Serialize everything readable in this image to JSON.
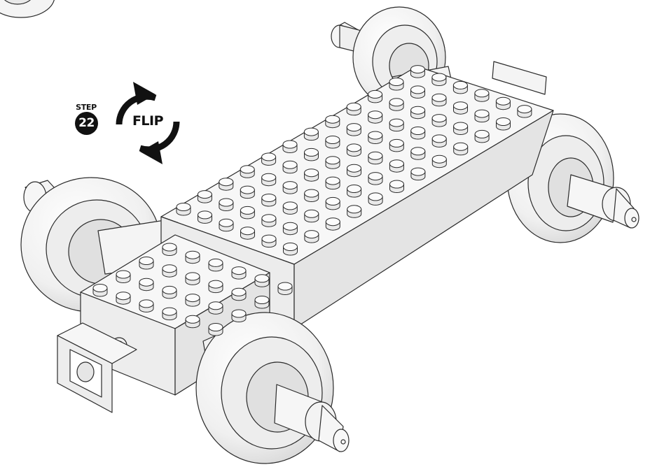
{
  "step": {
    "label": "STEP",
    "number": "22"
  },
  "action": {
    "label": "FLIP"
  },
  "colors": {
    "outline": "#2b2b2b",
    "brick_light": "#f7f7f7",
    "brick_shade": "#e6e6e6",
    "accent": "#111111"
  },
  "icons": {
    "flip": "rotate-arrows-icon"
  }
}
